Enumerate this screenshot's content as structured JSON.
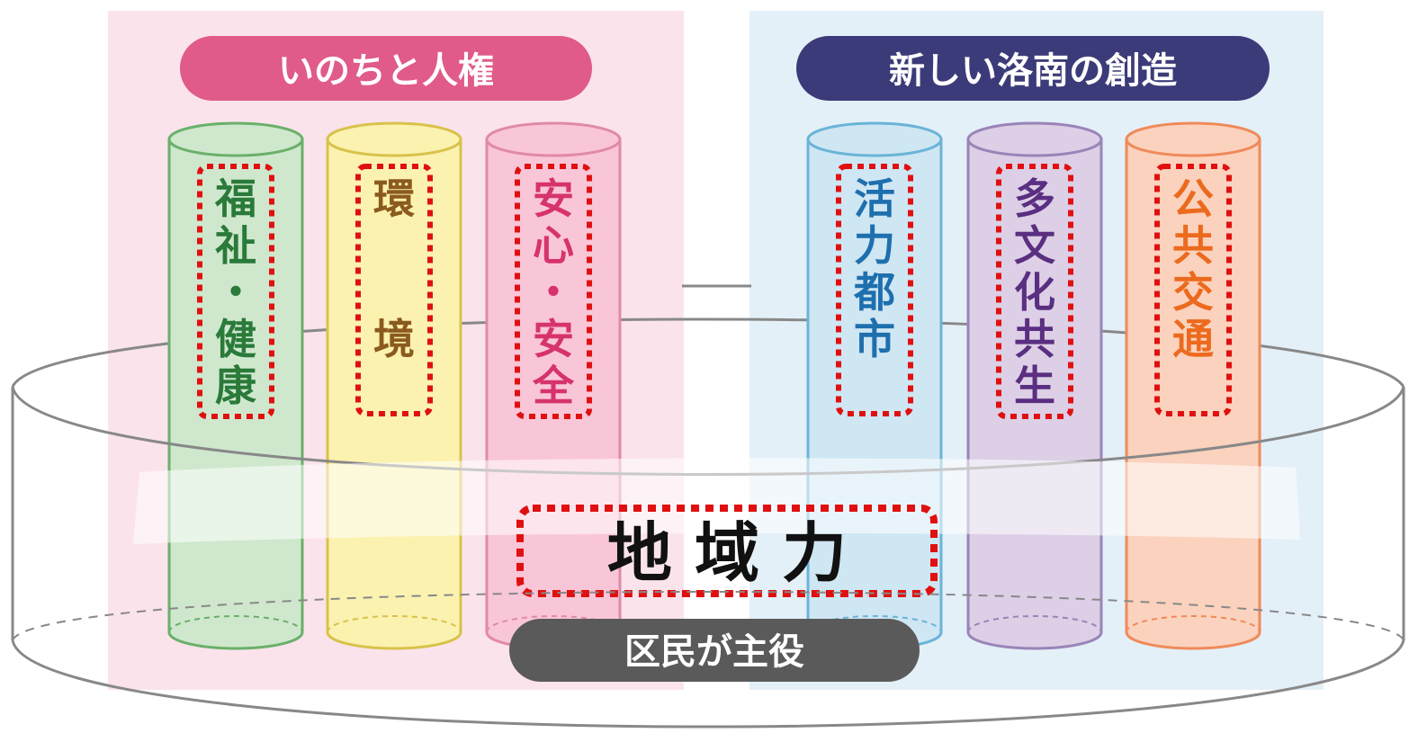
{
  "groups": {
    "left": {
      "title": "いのちと人権",
      "bg": "#fbe3ec",
      "title_bg": "#e05a8a"
    },
    "right": {
      "title": "新しい洛南の創造",
      "bg": "#e4f0f8",
      "title_bg": "#3c3b79"
    }
  },
  "pillars": [
    {
      "label": "福祉・健康",
      "chars": [
        "福",
        "祉",
        "・",
        "健",
        "康"
      ],
      "fill": "#cfe8cd",
      "stroke": "#6ab06a",
      "text_color": "#2a7a3a"
    },
    {
      "label": "環境",
      "chars": [
        "環",
        "",
        "",
        "境"
      ],
      "fill": "#fbf2b0",
      "stroke": "#d8c24a",
      "text_color": "#8a5a1e"
    },
    {
      "label": "安心・安全",
      "chars": [
        "安",
        "心",
        "・",
        "安",
        "全"
      ],
      "fill": "#f9c6d8",
      "stroke": "#e08aa8",
      "text_color": "#d6336c"
    },
    {
      "label": "活力都市",
      "chars": [
        "活",
        "力",
        "都",
        "市"
      ],
      "fill": "#cfe6f3",
      "stroke": "#6ab4d8",
      "text_color": "#1e6fae"
    },
    {
      "label": "多文化共生",
      "chars": [
        "多",
        "文",
        "化",
        "共",
        "生"
      ],
      "fill": "#dccfe6",
      "stroke": "#9a84b8",
      "text_color": "#5a2e80"
    },
    {
      "label": "公共交通",
      "chars": [
        "公",
        "共",
        "交",
        "通"
      ],
      "fill": "#fbd2bd",
      "stroke": "#ef8a5a",
      "text_color": "#ec6a1e"
    }
  ],
  "band_label": "地 域 力",
  "base_label": "区民が主役",
  "colors": {
    "dotted_box": "#e01010",
    "base_bg": "#5a5a5a",
    "disk_stroke": "#888888"
  }
}
